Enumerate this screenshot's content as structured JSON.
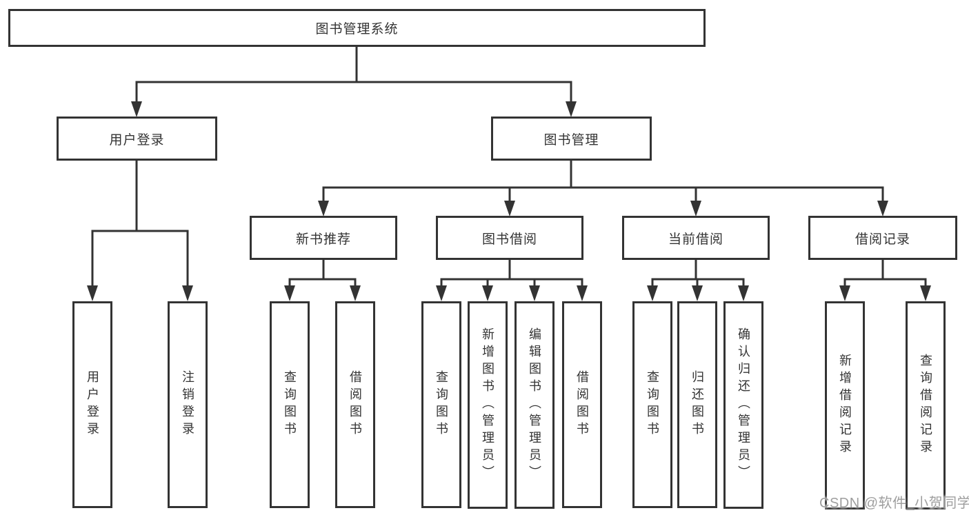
{
  "diagram": {
    "root": "图书管理系统",
    "level2": {
      "user_login": "用户登录",
      "book_management": "图书管理"
    },
    "level3": {
      "new_book": "新书推荐",
      "book_borrow": "图书借阅",
      "current_borrow": "当前借阅",
      "borrow_records": "借阅记录"
    },
    "leaves": {
      "user_login": "用户登录",
      "logout": "注销登录",
      "newbook_query": "查询图书",
      "newbook_borrow": "借阅图书",
      "borrow_query": "查询图书",
      "borrow_add_admin": "新增图书（管理员）",
      "borrow_edit_admin": "编辑图书（管理员）",
      "borrow_borrow": "借阅图书",
      "current_query": "查询图书",
      "current_return": "归还图书",
      "current_confirm_admin": "确认归还（管理员）",
      "records_add": "新增借阅记录",
      "records_query": "查询借阅记录"
    }
  },
  "watermark": "CSDN @软件_小贺同学",
  "colors": {
    "line": "#333333",
    "box_border": "#333333",
    "text": "#333333",
    "background": "#ffffff",
    "watermark": "#9e9e9e"
  }
}
